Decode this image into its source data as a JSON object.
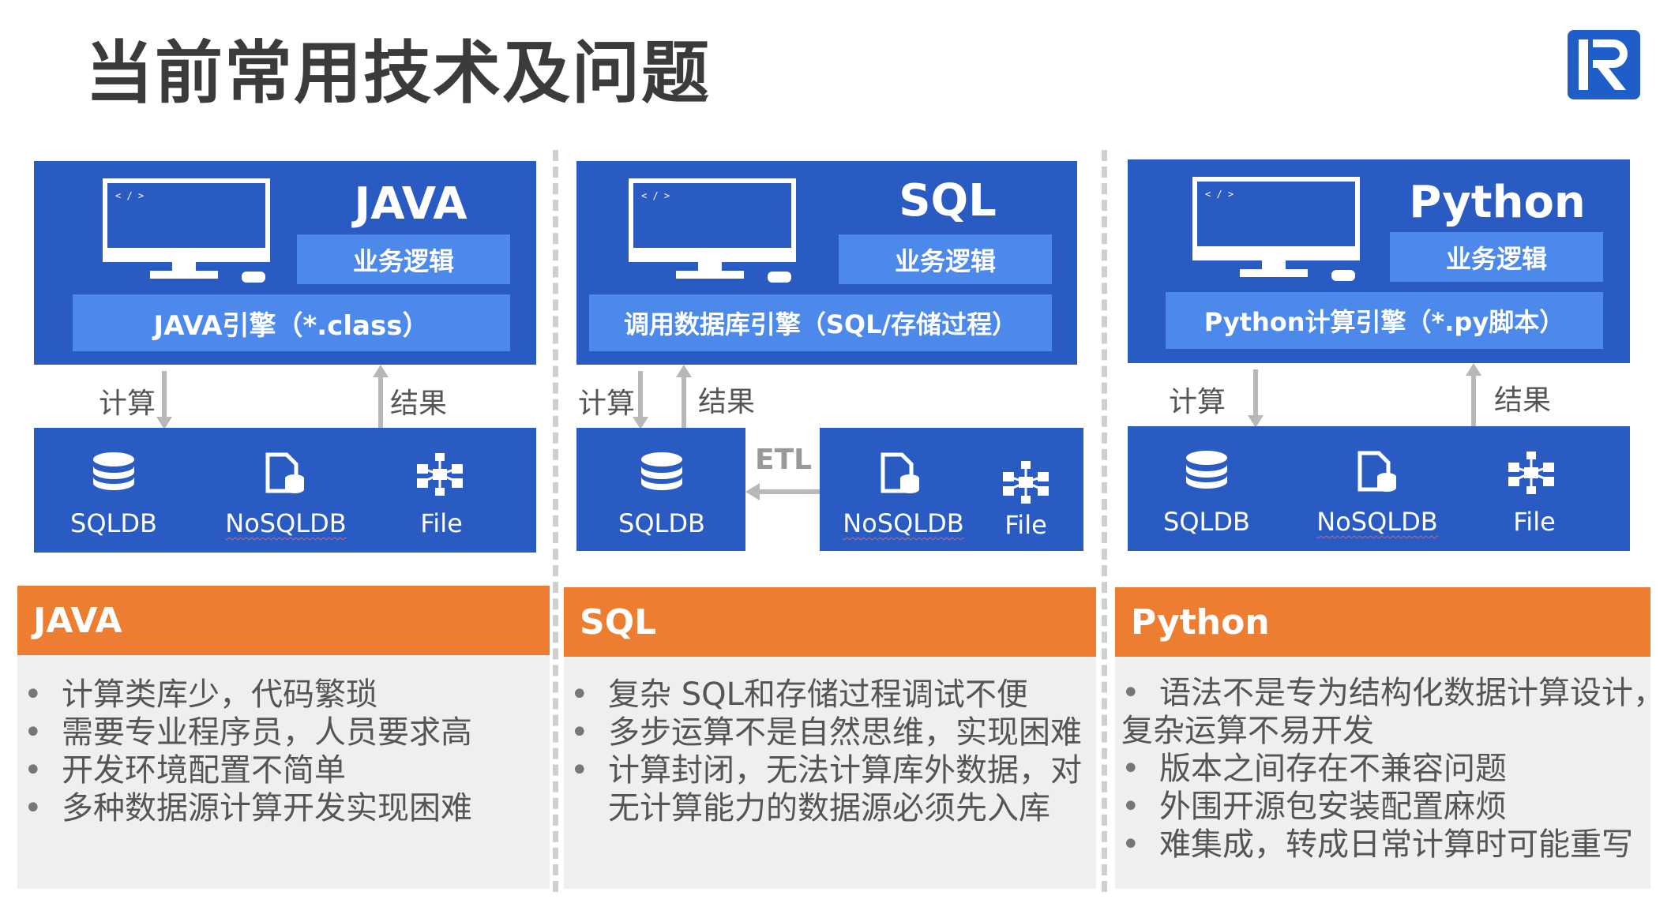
{
  "title": "当前常用技术及问题",
  "logo_name": "R-logo",
  "columns": [
    {
      "name": "JAVA",
      "business": "业务逻辑",
      "engine": "JAVA引擎（*.class）",
      "compute_label": "计算",
      "result_label": "结果",
      "sources": [
        "SQLDB",
        "NoSQLDB",
        "File"
      ],
      "header": "JAVA",
      "issues": [
        "计算类库少，代码繁琐",
        "需要专业程序员，人员要求高",
        "开发环境配置不简单",
        "多种数据源计算开发实现困难"
      ]
    },
    {
      "name": "SQL",
      "business": "业务逻辑",
      "engine": "调用数据库引擎（SQL/存储过程）",
      "compute_label": "计算",
      "result_label": "结果",
      "etl_label": "ETL",
      "sources": [
        "SQLDB",
        "NoSQLDB",
        "File"
      ],
      "header": "SQL",
      "issues": [
        "复杂 SQL和存储过程调试不便",
        "多步运算不是自然思维，实现困难",
        "计算封闭，无法计算库外数据，对",
        "无计算能力的数据源必须先入库"
      ]
    },
    {
      "name": "Python",
      "business": "业务逻辑",
      "engine": "Python计算引擎（*.py脚本）",
      "compute_label": "计算",
      "result_label": "结果",
      "sources": [
        "SQLDB",
        "NoSQLDB",
        "File"
      ],
      "header": "Python",
      "issues": [
        "语法不是专为结构化数据计算设计，",
        "复杂运算不易开发",
        "版本之间存在不兼容问题",
        "外围开源包安装配置麻烦",
        "难集成，转成日常计算时可能重写"
      ]
    }
  ],
  "colors": {
    "blue": "#2a5bc3",
    "light_blue": "#4c89ea",
    "orange": "#ed7d31",
    "gray": "#efefef"
  }
}
